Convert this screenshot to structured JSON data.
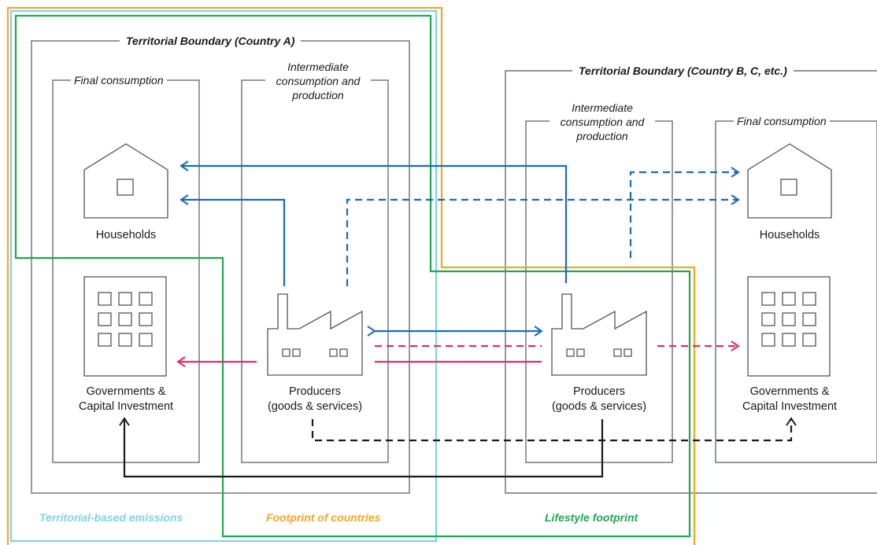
{
  "boundary_a": {
    "title": "Territorial Boundary (Country A)"
  },
  "boundary_b": {
    "title": "Territorial Boundary (Country B, C, etc.)"
  },
  "country_a": {
    "final_title": "Final consumption",
    "intermediate_title": [
      "Intermediate",
      "consumption and",
      "production"
    ],
    "households": "Households",
    "government": [
      "Governments &",
      "Capital Investment"
    ],
    "producers": [
      "Producers",
      "(goods & services)"
    ]
  },
  "country_b": {
    "intermediate_title": [
      "Intermediate",
      "consumption and",
      "production"
    ],
    "final_title": "Final consumption",
    "households": "Households",
    "government": [
      "Governments &",
      "Capital Investment"
    ],
    "producers": [
      "Producers",
      "(goods & services)"
    ]
  },
  "legend": {
    "territorial": "Territorial-based emissions",
    "footprint": "Footprint of countries",
    "lifestyle": "Lifestyle footprint"
  },
  "colors": {
    "territorial": "#7dd3ea",
    "footprint": "#f5a623",
    "lifestyle": "#1fa84f",
    "blue_flow": "#1b6bb5",
    "pink_flow": "#e6286e",
    "black_flow": "#1a1a1a",
    "outline": "#555555"
  },
  "icons": [
    "house-icon",
    "office-building-icon",
    "factory-icon"
  ]
}
